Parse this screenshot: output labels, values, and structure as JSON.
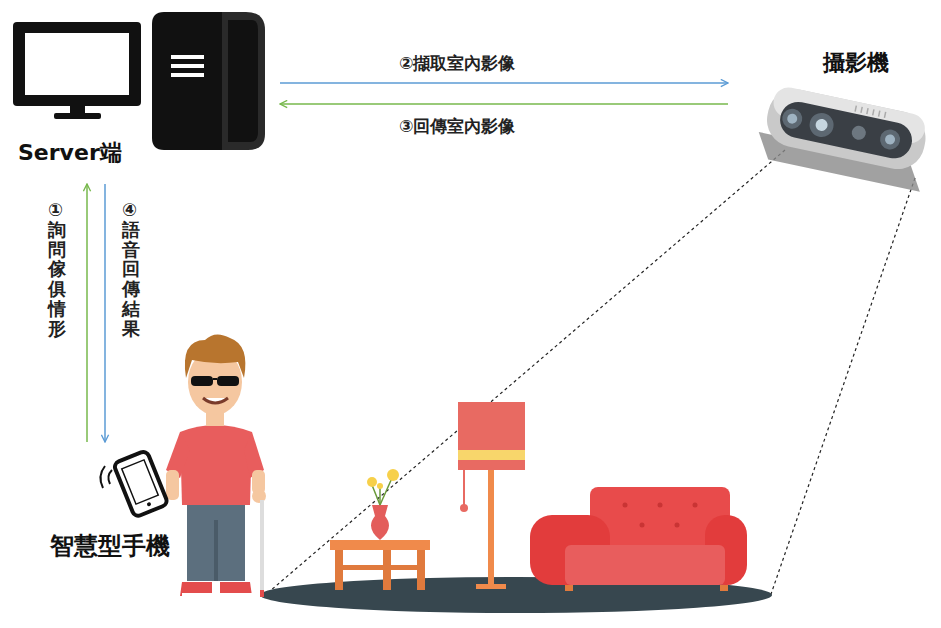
{
  "diagram": {
    "nodes": [
      {
        "text": [
          "Server端"
        ]
      },
      {
        "text": [
          "攝影機"
        ]
      },
      {
        "text": [
          "智慧型手機"
        ]
      }
    ],
    "edges": [
      {
        "from": 2,
        "to": 0,
        "arrow": "to",
        "label": "①詢問傢俱情形"
      },
      {
        "from": 0,
        "to": 1,
        "arrow": "to",
        "label": "②擷取室內影像"
      },
      {
        "from": 1,
        "to": 0,
        "arrow": "to",
        "label": "③回傳室內影像"
      },
      {
        "from": 0,
        "to": 2,
        "arrow": "to",
        "label": "④語音回傳結果"
      }
    ]
  }
}
